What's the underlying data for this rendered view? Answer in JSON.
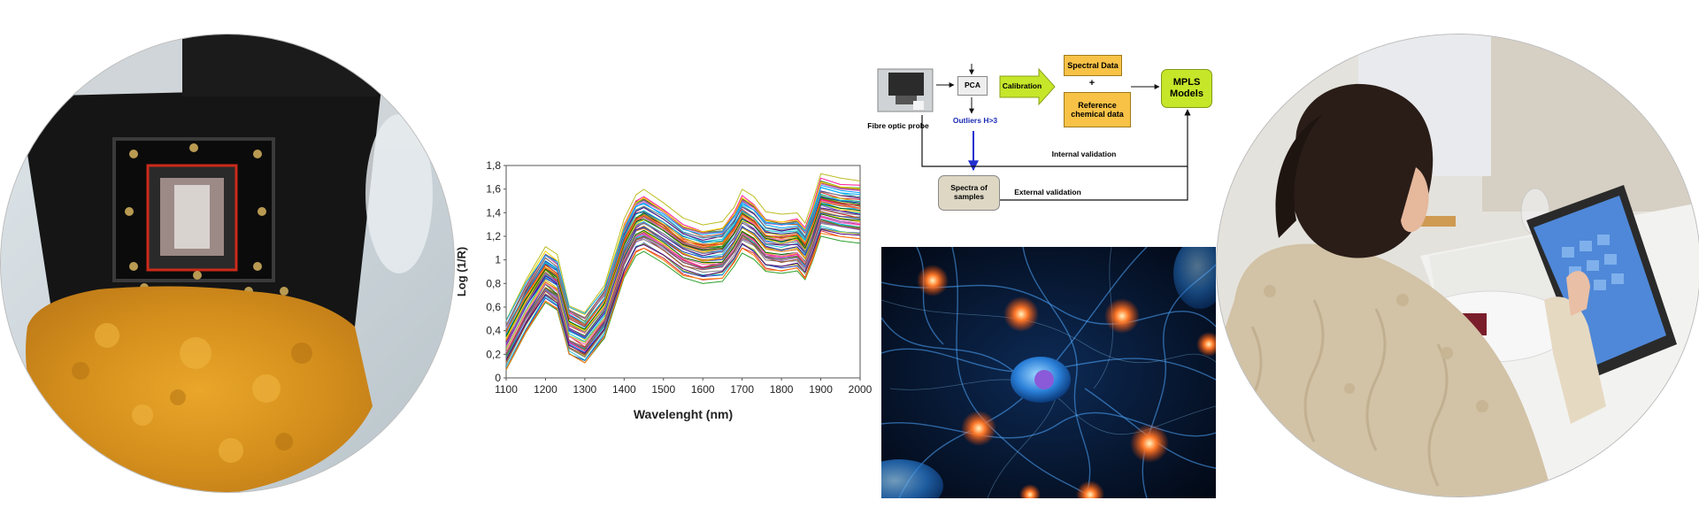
{
  "spectra_chart": {
    "chart_data": {
      "type": "line",
      "xlabel": "Wavelenght (nm)",
      "ylabel": "Log (1/R)",
      "xlim": [
        1100,
        2000
      ],
      "ylim": [
        0,
        1.8
      ],
      "xticks": [
        "1100",
        "1200",
        "1300",
        "1400",
        "1500",
        "1600",
        "1700",
        "1800",
        "1900",
        "2000"
      ],
      "yticks": [
        "0",
        "0,2",
        "0,4",
        "0,6",
        "0,8",
        "1",
        "1,2",
        "1,4",
        "1,6",
        "1,8"
      ],
      "grid": false,
      "legend": "none",
      "base_profile": {
        "x": [
          1100,
          1150,
          1200,
          1230,
          1260,
          1300,
          1350,
          1400,
          1430,
          1450,
          1500,
          1550,
          1600,
          1650,
          1680,
          1700,
          1730,
          1760,
          1800,
          1840,
          1860,
          1880,
          1900,
          1950,
          2000
        ],
        "y": [
          0.22,
          0.55,
          0.82,
          0.75,
          0.35,
          0.28,
          0.5,
          1.05,
          1.25,
          1.28,
          1.18,
          1.05,
          1.0,
          1.02,
          1.15,
          1.28,
          1.22,
          1.1,
          1.08,
          1.1,
          1.02,
          1.2,
          1.42,
          1.38,
          1.36
        ]
      },
      "series_count": 60,
      "series_offset_range": [
        -0.14,
        0.26
      ],
      "series_colors": [
        "#1f3fbf",
        "#d62728",
        "#2ca02c",
        "#ff7f0e",
        "#9467bd",
        "#17becf",
        "#e377c2",
        "#8c564b",
        "#bcbd22",
        "#7f7f7f",
        "#ffd700",
        "#00a6ff",
        "#a0522d",
        "#006400",
        "#ff1493",
        "#4b0082"
      ]
    }
  },
  "workflow": {
    "fibre_probe_label": "Fibre optic probe",
    "pca_label": "PCA",
    "outliers_label": "Outliers H>3",
    "calibration_label": "Calibration",
    "spectral_data_label": "Spectral Data",
    "plus_sign": "+",
    "reference_label": "Reference chemical data",
    "mpls_label": "MPLS Models",
    "internal_validation_label": "Internal validation",
    "spectra_samples_label": "Spectra of samples",
    "external_validation_label": "External validation",
    "colors": {
      "calibration_fill": "#c6e62a",
      "mpls_fill": "#c6e62a",
      "spectral_fill": "#f7c246",
      "reference_fill": "#f7c246",
      "spectra_fill": "#ddd7c4",
      "outliers_text": "#1a2bb5",
      "outlier_arrow": "#2230d0"
    }
  },
  "photos": {
    "sample_photo_icon": "powder-sample-photo",
    "neuron_icon": "neural-network-illustration",
    "tablet_icon": "tablet-sensory-panel-photo"
  }
}
